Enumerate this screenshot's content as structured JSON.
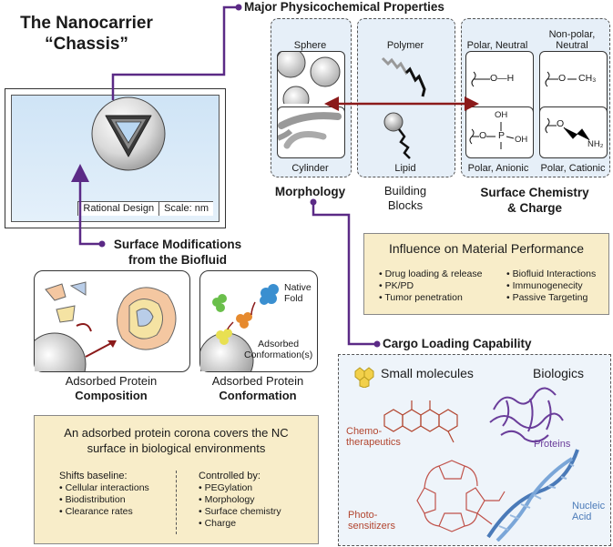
{
  "title_line1": "The Nanocarrier",
  "title_line2": "“Chassis”",
  "screen_status": [
    "Rational Design",
    "Scale: nm"
  ],
  "properties_title": "Major Physicochemical Properties",
  "morphology": {
    "top": "Sphere",
    "bottom": "Cylinder",
    "label": "Morphology"
  },
  "building_blocks": {
    "top": "Polymer",
    "bottom": "Lipid",
    "label_line1": "Building",
    "label_line2": "Blocks"
  },
  "surface": {
    "tl": "Polar, Neutral",
    "tr_line1": "Non-polar,",
    "tr_line2": "Neutral",
    "bl": "Polar, Anionic",
    "br": "Polar, Cationic",
    "label_line1": "Surface Chemistry",
    "label_line2": "& Charge"
  },
  "chem": {
    "oh": "O—H",
    "och3_o": "O",
    "ch3": "CH₃",
    "po_oh1": "OH",
    "po_o": "O",
    "po_p": "P",
    "po_oh2": "OH",
    "nh2": "NH₂"
  },
  "surface_mod": {
    "line1": "Surface Modifications",
    "line2": "from the Biofluid"
  },
  "protein_conf": {
    "native_line1": "Native",
    "native_line2": "Fold",
    "adsorbed_line1": "Adsorbed",
    "adsorbed_line2": "Conformation(s)"
  },
  "composition_caption": {
    "line1": "Adsorbed Protein",
    "line2": "Composition"
  },
  "conformation_caption": {
    "line1": "Adsorbed Protein",
    "line2": "Conformation"
  },
  "performance": {
    "title": "Influence on Material Performance",
    "left": [
      "Drug loading & release",
      "PK/PD",
      "Tumor penetration"
    ],
    "right": [
      "Biofluid Interactions",
      "Immunogenecity",
      "Passive Targeting"
    ]
  },
  "cargo": {
    "title": "Cargo Loading Capability",
    "small_molecules": "Small molecules",
    "biologics": "Biologics",
    "chemo_line1": "Chemo-",
    "chemo_line2": "therapeutics",
    "photo_line1": "Photo-",
    "photo_line2": "sensitizers",
    "proteins": "Proteins",
    "nucleic_line1": "Nucleic",
    "nucleic_line2": "Acid"
  },
  "corona": {
    "title_line1": "An adsorbed protein corona covers the NC",
    "title_line2": "surface in biological environments",
    "shifts_title": "Shifts baseline:",
    "shifts": [
      "Cellular interactions",
      "Biodistribution",
      "Clearance rates"
    ],
    "controlled_title": "Controlled by:",
    "controlled": [
      "PEGylation",
      "Morphology",
      "Surface chemistry",
      "Charge"
    ]
  },
  "colors": {
    "accent": "#5b2a86",
    "arrow_red": "#8b1a1a",
    "box_fill": "#f8edc9",
    "panel_fill": "#e6eff8"
  }
}
